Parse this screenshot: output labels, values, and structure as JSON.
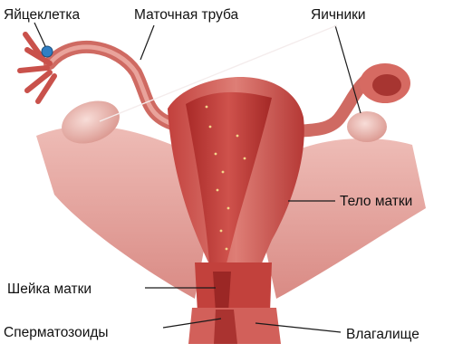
{
  "labels": {
    "egg_cell": "Яйцеклетка",
    "fallopian_tube": "Маточная труба",
    "ovaries": "Яичники",
    "uterus_body": "Тело матки",
    "cervix": "Шейка матки",
    "sperm": "Сперматозоиды",
    "vagina": "Влагалище"
  },
  "colors": {
    "tissue_light": "#e5a29e",
    "tissue_mid": "#d1625c",
    "tissue_dark": "#a82c2a",
    "ovary": "#efc3bd",
    "egg_cell": "#2f7fc4",
    "leader_line": "#1a1a1a"
  }
}
